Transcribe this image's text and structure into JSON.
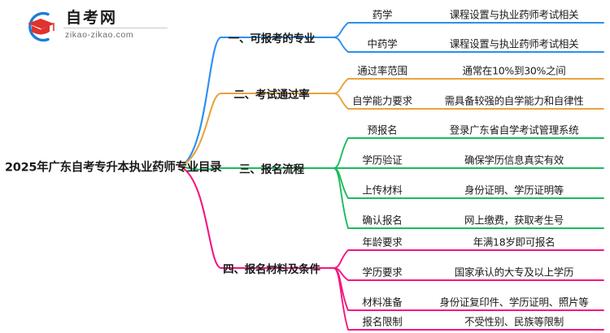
{
  "logo": {
    "name_cn": "自考网",
    "name_en": "zikao-zikao.com",
    "mark": "graduation-cap-logo-icon",
    "arc_color": "#1a7fd4",
    "cap_color": "#e0322e"
  },
  "mindmap": {
    "root": "2025年广东自考专升本执业药师专业目录",
    "branches": [
      {
        "label": "一、可报考的专业",
        "color": "#2b8ff0",
        "children": [
          {
            "label": "药学",
            "detail": "课程设置与执业药师考试相关"
          },
          {
            "label": "中药学",
            "detail": "课程设置与执业药师考试相关"
          }
        ]
      },
      {
        "label": "二、考试通过率",
        "color": "#e8a33d",
        "children": [
          {
            "label": "通过率范围",
            "detail": "通常在10%到30%之间"
          },
          {
            "label": "自学能力要求",
            "detail": "需具备较强的自学能力和自律性"
          }
        ]
      },
      {
        "label": "三、报名流程",
        "color": "#1abc5e",
        "children": [
          {
            "label": "预报名",
            "detail": "登录广东省自学考试管理系统"
          },
          {
            "label": "学历验证",
            "detail": "确保学历信息真实有效"
          },
          {
            "label": "上传材料",
            "detail": "身份证明、学历证明等"
          },
          {
            "label": "确认报名",
            "detail": "网上缴费，获取考生号"
          }
        ]
      },
      {
        "label": "四、报名材料及条件",
        "color": "#f4157f",
        "children": [
          {
            "label": "年龄要求",
            "detail": "年满18岁即可报名"
          },
          {
            "label": "学历要求",
            "detail": "国家承认的大专及以上学历"
          },
          {
            "label": "材料准备",
            "detail": "身份证复印件、学历证明、照片等"
          },
          {
            "label": "报名限制",
            "detail": "不受性别、民族等限制"
          }
        ]
      }
    ]
  }
}
